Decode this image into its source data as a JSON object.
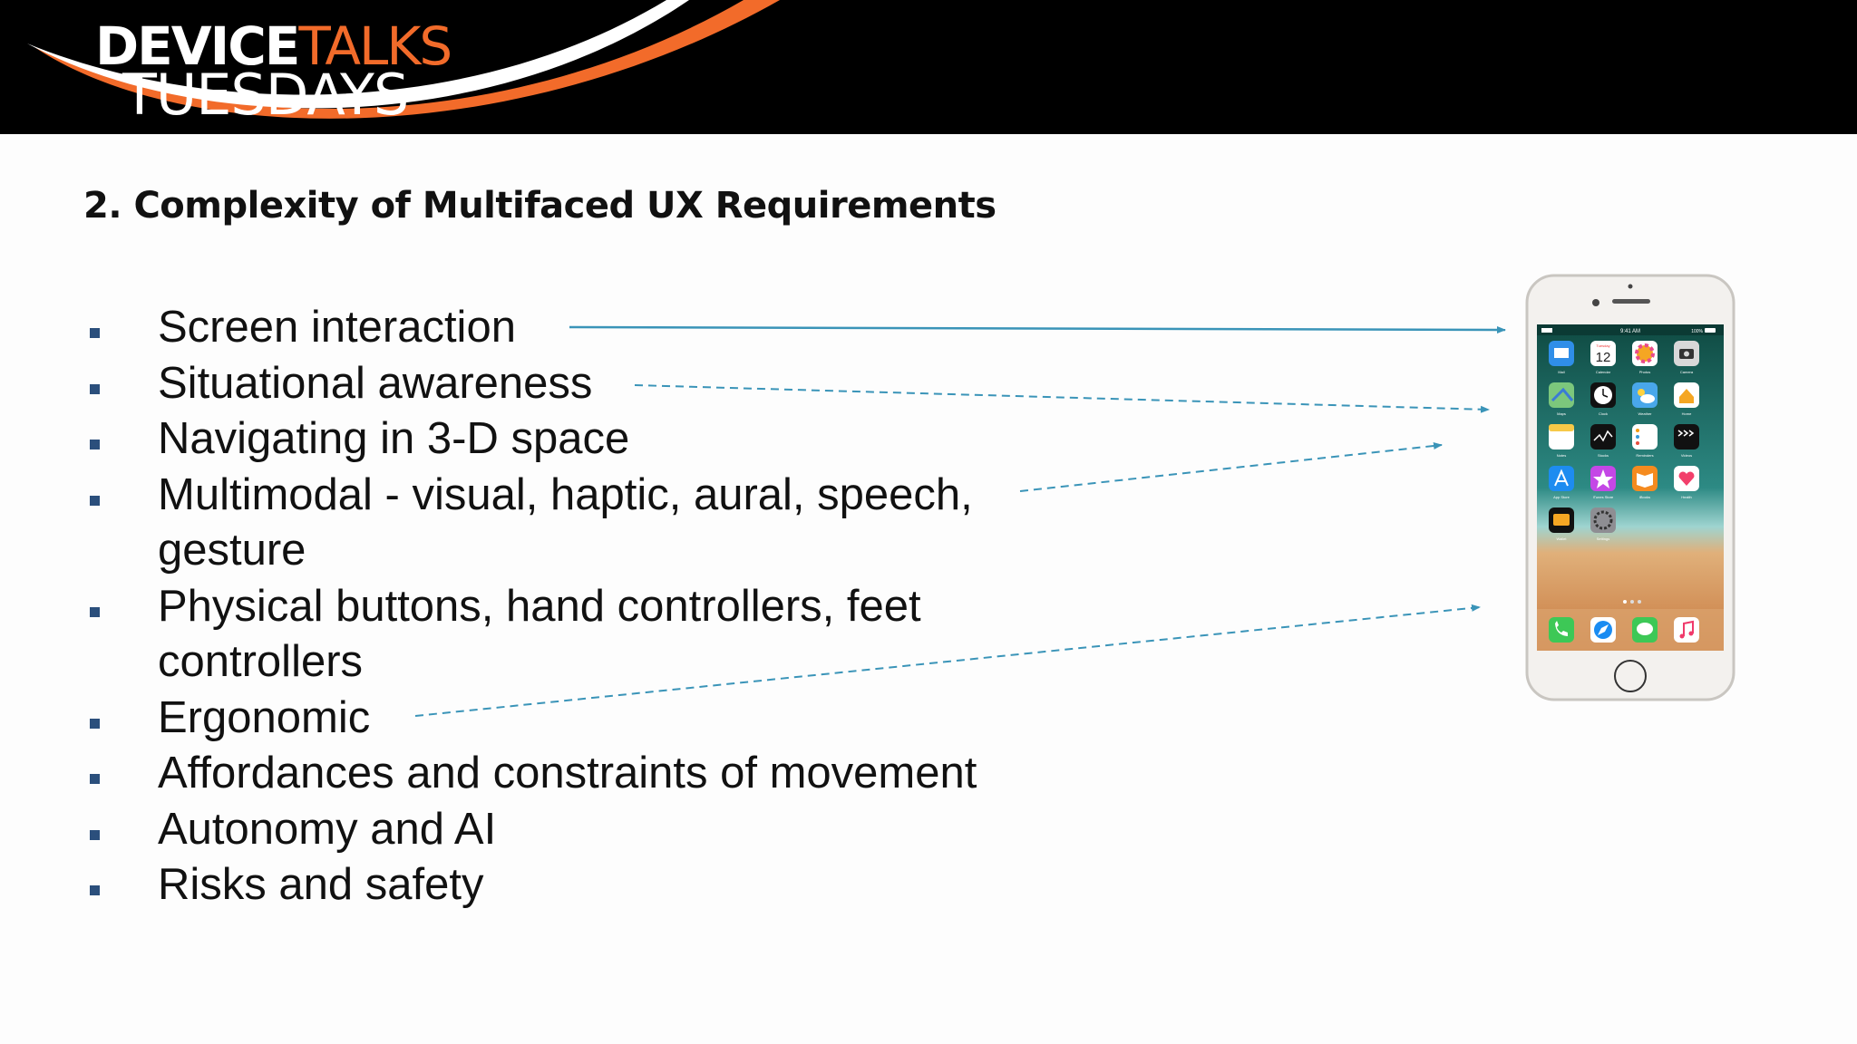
{
  "header": {
    "logo_word1": "DEVICE",
    "logo_word2": "TALKS",
    "logo_word3": "TUESDAYS",
    "banner_color": "#000000",
    "accent_color": "#f26b2a"
  },
  "slide": {
    "title": "2. Complexity of Multifaced UX Requirements",
    "bullet_color": "#2b4f7c",
    "arrow_color": "#3a94b8",
    "items": [
      "Screen interaction",
      "Situational awareness",
      "Navigating in 3-D space",
      "Multimodal - visual, haptic, aural, speech,",
      "gesture",
      "Physical buttons, hand controllers, feet",
      "controllers",
      "Ergonomic",
      "Affordances and constraints of movement",
      "Autonomy and AI",
      "Risks and safety"
    ]
  },
  "phone": {
    "status_time": "9:41 AM",
    "battery": "100%",
    "calendar_day_label": "Tuesday",
    "calendar_date": "12",
    "app_labels": [
      "Mail",
      "Calendar",
      "Photos",
      "Camera",
      "Maps",
      "Clock",
      "Weather",
      "Home",
      "Notes",
      "Stocks",
      "Reminders",
      "Videos",
      "App Store",
      "iTunes Store",
      "iBooks",
      "Health",
      "Wallet",
      "Settings"
    ]
  }
}
